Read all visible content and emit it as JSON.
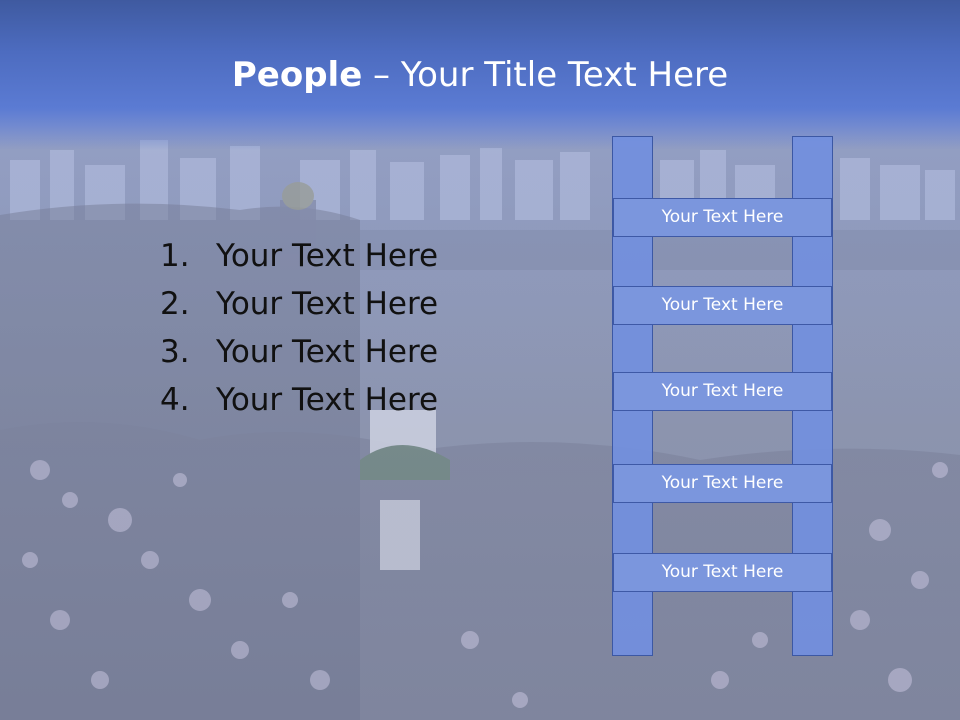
{
  "title": {
    "bold": "People",
    "rest": " – Your Title Text Here"
  },
  "list": [
    {
      "num": "1.",
      "text": "Your Text Here"
    },
    {
      "num": "2.",
      "text": "Your Text Here"
    },
    {
      "num": "3.",
      "text": "Your Text Here"
    },
    {
      "num": "4.",
      "text": "Your Text Here"
    }
  ],
  "ladder": {
    "rungs": [
      "Your Text Here",
      "Your Text Here",
      "Your Text Here",
      "Your Text Here",
      "Your Text Here"
    ]
  },
  "colors": {
    "title_band": "#4d6cc0",
    "rung_fill": "#7b96dd",
    "rail_fill": "#728fde"
  }
}
